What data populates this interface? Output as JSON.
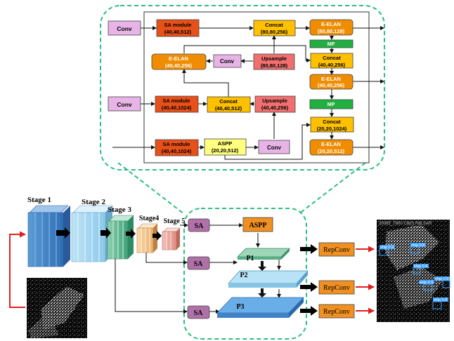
{
  "colors": {
    "conv": "#e8b4e8",
    "sa_module": "#e8501a",
    "concat": "#ffc000",
    "eelan": "#f08c00",
    "upsample": "#f07070",
    "mp": "#20b040",
    "aspp": "#ffff80",
    "sa": "#b070a8",
    "repconv": "#f09020",
    "dash_green": "#2bbf7f",
    "red_arrow": "#e02020"
  },
  "neck": {
    "blocks": {
      "conv_top": "Conv",
      "sa1_title": "SA module",
      "sa1_dim": "(40,40,512)",
      "concat1_title": "Concat",
      "concat1_dim": "(80,80,256)",
      "eelan1_title": "E-ELAN",
      "eelan1_dim": "(80,80,128)",
      "mp1": "MP",
      "eelan2_title": "E-ELAN",
      "eelan2_dim": "(40,40,256)",
      "conv_mid": "Conv",
      "upsample1_title": "Upsample",
      "upsample1_dim": "(80,80,128)",
      "concat2_title": "Concat",
      "concat2_dim": "(40,40,256)",
      "eelan3_title": "E-ELAN",
      "eelan3_dim": "(40,40,256)",
      "conv_left2": "Conv",
      "sa2_title": "SA module",
      "sa2_dim": "(40,40,1024)",
      "concat3_title": "Concat",
      "concat3_dim": "(40,40,512)",
      "upsample2_title": "Upsample",
      "upsample2_dim": "(40,40,256)",
      "mp2": "MP",
      "concat4_title": "Concat",
      "concat4_dim": "(20,20,1024)",
      "sa3_title": "SA module",
      "sa3_dim": "(40,40,1024)",
      "aspp_title": "ASPP",
      "aspp_dim": "(20,20,512)",
      "conv_bottom": "Conv",
      "eelan4_title": "E-ELAN",
      "eelan4_dim": "(20,20,512)"
    }
  },
  "backbone": {
    "stage1": "Stage 1",
    "stage2": "Stage 2",
    "stage3": "Stage 3",
    "stage4": "Stage4",
    "stage5": "Stage 5"
  },
  "head": {
    "sa_top": "SA",
    "sa_mid": "SA",
    "sa_bottom": "SA",
    "aspp": "ASPP",
    "p1": "P1",
    "p2": "P2",
    "p3": "P3",
    "repconv1": "RepConv",
    "repconv2": "RepConv",
    "repconv3": "RepConv"
  },
  "detections": {
    "header": "20085_T800 C8(0) RM SAR",
    "labels": [
      "ship 0.9",
      "ship 0.8",
      "ship 0.9",
      "ship 0.9",
      "ship 0.8",
      "ship 0.9"
    ]
  }
}
